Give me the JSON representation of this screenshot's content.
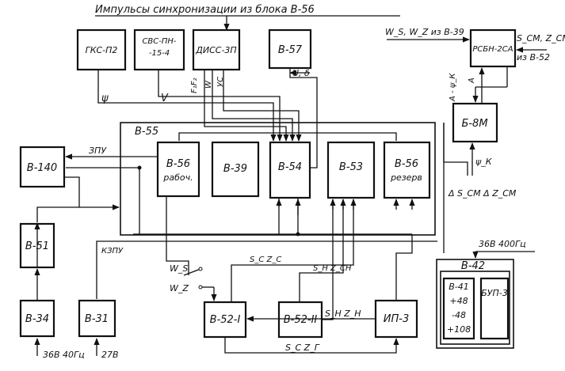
{
  "top_caption": "Импульсы синхронизации из блока В-56",
  "blocks": {
    "gks": "ГКС-П2",
    "svs_l1": "СВС-ПН-",
    "svs_l2": "-15-4",
    "diss": "ДИСС-3П",
    "v57": "В-57",
    "rsbn": "РСБН-2СА",
    "b8m": "Б-8М",
    "v55": "В-55",
    "v56_work_l1": "В-56",
    "v56_work_l2": "рабоч.",
    "v39": "В-39",
    "v54": "В-54",
    "v53": "В-53",
    "v56_res_l1": "В-56",
    "v56_res_l2": "резерв",
    "v140": "В-140",
    "v51": "В-51",
    "v34": "В-34",
    "v31": "В-31",
    "v52_1": "В-52-I",
    "v52_2": "В-52-II",
    "ip3": "ИП-3",
    "v42": "В-42",
    "v41_lines": [
      "В-41",
      "+48",
      "-48",
      "+108"
    ],
    "bup3": "БУП-3"
  },
  "labels": {
    "psi": "ψ",
    "v": "V",
    "f1f2": "F₁F₂",
    "w": "W",
    "us": "УС",
    "u_delta": "U, δ",
    "ws_wz_from": "W_S, W_Z из В-39",
    "scm_zcm_l1": "S_СМ, Z_СМ",
    "scm_zcm_l2": "из В-52",
    "a_psik": "А - ψ_К",
    "a": "А",
    "psik": "ψ_К",
    "delta_scm": "Δ S_СМ Δ Z_СМ",
    "zpu": "ЗПУ",
    "kzpu": "КЗПУ",
    "sczc": "S_C Z_C",
    "snzcn": "S_Н Z_СН",
    "snzn": "S_Н Z_Н",
    "sczr": "S_C Z_Г",
    "ws": "W_S",
    "wz": "W_Z",
    "power_36_400": "36В 400Гц",
    "power_36_40": "36В 40Гц",
    "power_27": "27В"
  }
}
